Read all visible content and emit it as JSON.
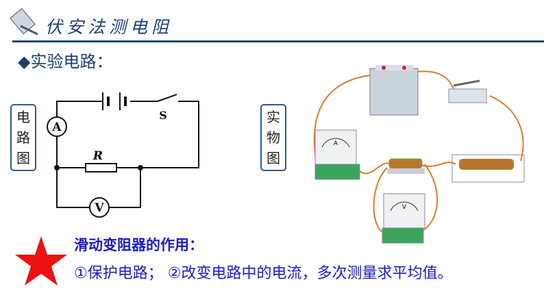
{
  "header": {
    "title": "伏安法测电阻"
  },
  "section": {
    "heading": "◆实验电路："
  },
  "labels": {
    "circuit_diagram": "电路图",
    "physical_diagram": "实物图"
  },
  "circuit": {
    "ammeter": "A",
    "voltmeter": "V",
    "resistor": "R",
    "switch": "S"
  },
  "apparatus": {
    "ammeter": "A",
    "voltmeter": "V"
  },
  "note": {
    "heading": "滑动变阻器的作用：",
    "text": "①保护电路； ②改变电路中的电流，多次测量求平均值。"
  },
  "colors": {
    "accent": "#1a1acc",
    "star": "#ee1111",
    "wire": "#e07a2a"
  }
}
